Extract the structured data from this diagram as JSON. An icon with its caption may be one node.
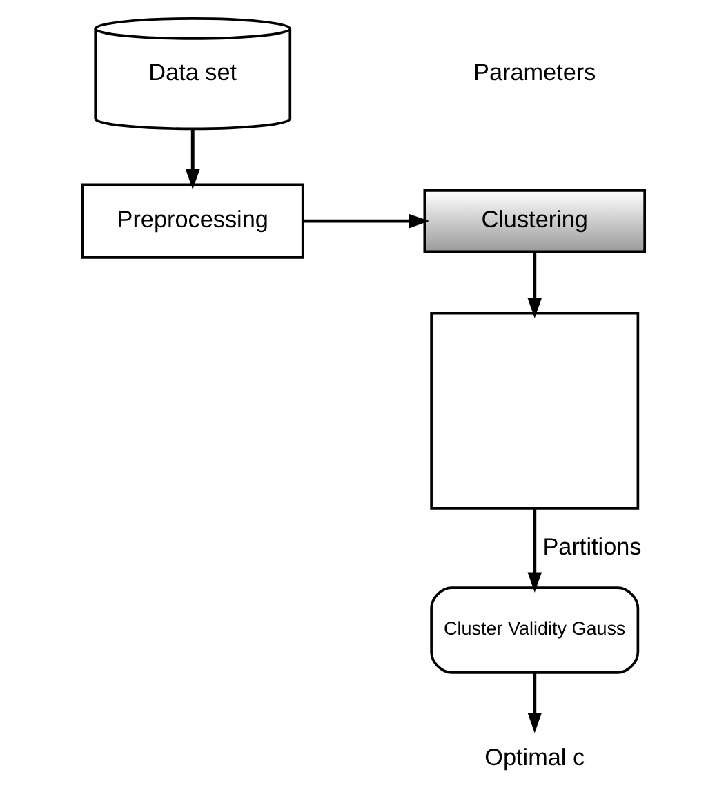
{
  "diagram": {
    "nodes": [
      {
        "text": [
          "Data set"
        ]
      },
      {
        "text": [
          "Preprocessing"
        ]
      },
      {
        "text": [
          "Clustering"
        ]
      },
      {
        "text": [],
        "shape": "box"
      },
      {
        "text": [
          "Cluster Validity Gauss"
        ]
      },
      {
        "text": [
          "Optimal c"
        ]
      }
    ],
    "edges": [
      {
        "from": 0,
        "to": 1,
        "arrow": "to"
      },
      {
        "from": 1,
        "to": 2,
        "arrow": "to"
      },
      {
        "from": 2,
        "to": 3,
        "arrow": "to"
      },
      {
        "from": 3,
        "to": 4,
        "arrow": "to",
        "label": "Partitions"
      },
      {
        "from": 4,
        "to": 5,
        "arrow": "to"
      }
    ],
    "labels": [
      "Parameters"
    ]
  }
}
